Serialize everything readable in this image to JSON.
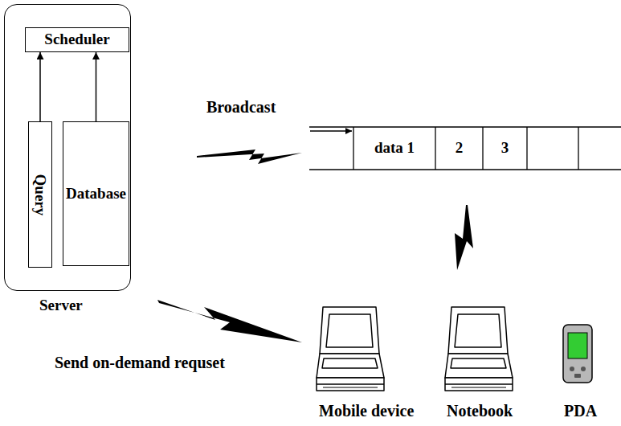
{
  "diagram": {
    "nodes": [
      {
        "text": [
          "Server"
        ]
      },
      {
        "text": [
          "Scheduler"
        ],
        "in": 0
      },
      {
        "text": [
          "Query"
        ],
        "in": 0
      },
      {
        "text": [
          "Database"
        ],
        "in": 0
      },
      {
        "text": [
          "data 1"
        ]
      },
      {
        "text": [
          "2"
        ]
      },
      {
        "text": [
          "3"
        ]
      }
    ],
    "edges": [
      {
        "from": 2,
        "to": 1,
        "arrow": "to"
      },
      {
        "from": 3,
        "to": 1,
        "arrow": "to"
      }
    ],
    "labels": [
      "Broadcast",
      "Send on-demand requset",
      "Mobile device",
      "Notebook",
      "PDA"
    ]
  }
}
